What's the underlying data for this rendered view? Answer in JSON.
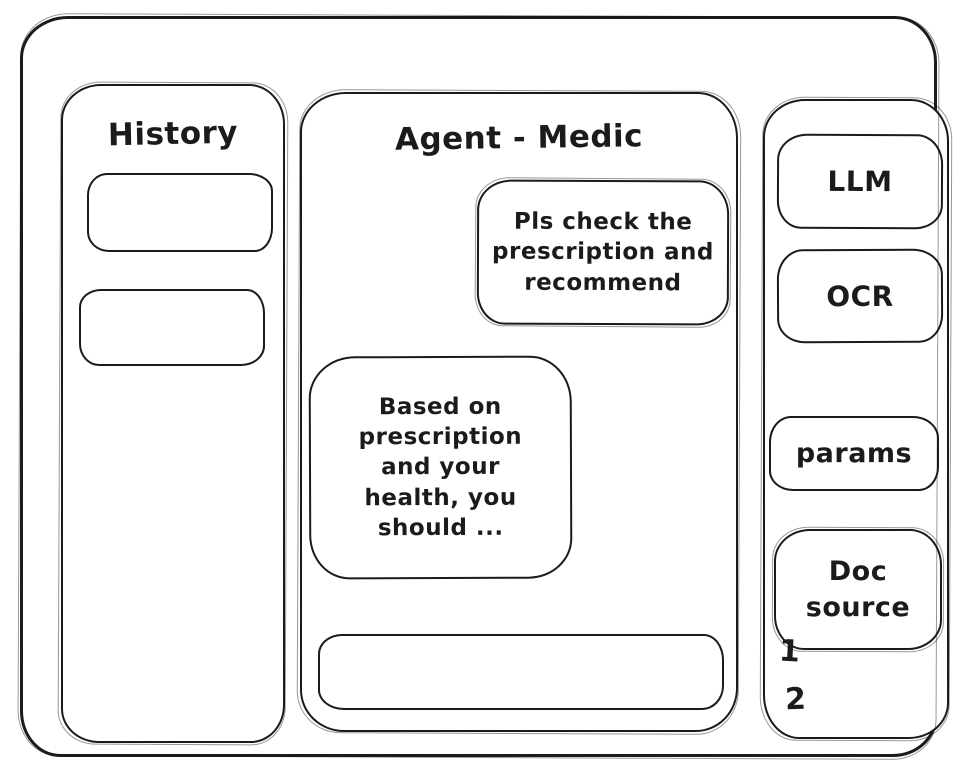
{
  "colors": {
    "ink": "#1b1b1b",
    "bg": "#ffffff"
  },
  "history_panel": {
    "title": "History",
    "items": [
      {
        "label": ""
      },
      {
        "label": ""
      }
    ]
  },
  "chat_panel": {
    "title": "Agent - Medic",
    "messages": [
      {
        "role": "user",
        "text": "Pls check the prescription and recommend"
      },
      {
        "role": "assistant",
        "text": "Based on prescription and your health, you should ..."
      }
    ],
    "input": {
      "value": "",
      "placeholder": ""
    }
  },
  "tools_panel": {
    "llm_label": "LLM",
    "ocr_label": "OCR",
    "params_label": "params",
    "doc_source_label": "Doc source",
    "doc_source_items": [
      "1",
      "2"
    ]
  }
}
